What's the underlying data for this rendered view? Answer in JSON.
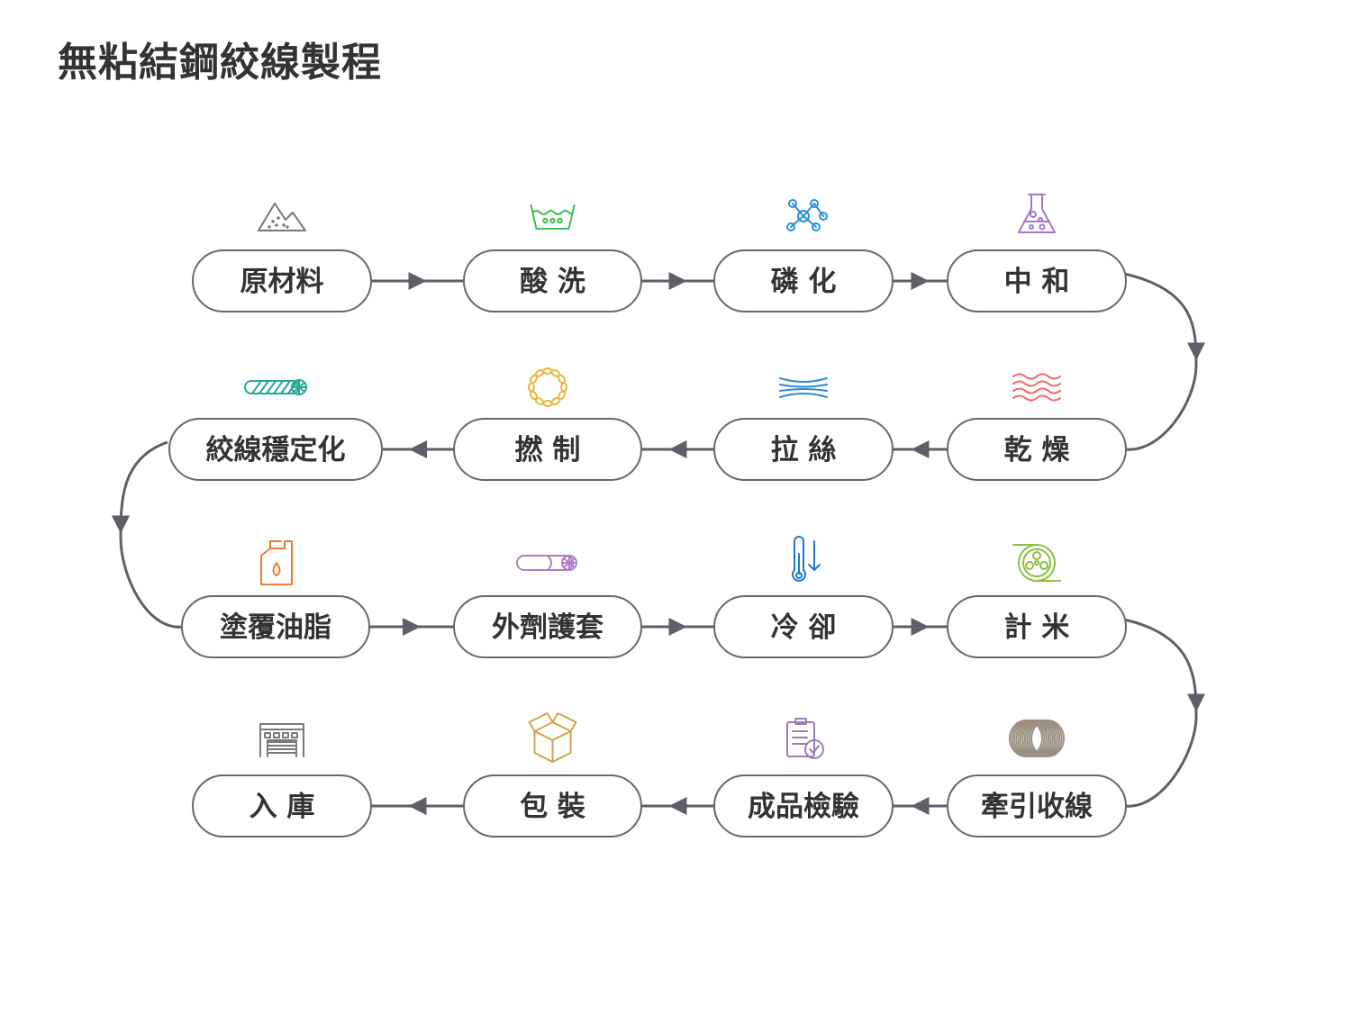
{
  "title": "無粘結鋼絞線製程",
  "colors": {
    "start_fill": "#a8d4f0",
    "end_fill": "#0565a3",
    "connector": "#5d5f69",
    "pill_border": "#66676f"
  },
  "steps": [
    {
      "label": "原材料",
      "icon": "sand-pile-icon",
      "icon_color": "#777777",
      "style": "start"
    },
    {
      "label": "酸 洗",
      "icon": "wash-tub-icon",
      "icon_color": "#3fbf4f"
    },
    {
      "label": "磷 化",
      "icon": "molecule-icon",
      "icon_color": "#2a8fd6"
    },
    {
      "label": "中 和",
      "icon": "flask-icon",
      "icon_color": "#a277c8"
    },
    {
      "label": "乾 燥",
      "icon": "heat-waves-icon",
      "icon_color": "#ef6a6a"
    },
    {
      "label": "拉 絲",
      "icon": "wire-lines-icon",
      "icon_color": "#2e8ad0"
    },
    {
      "label": "撚 制",
      "icon": "chain-ring-icon",
      "icon_color": "#e8b83a"
    },
    {
      "label": "絞線穩定化",
      "icon": "strand-cable-icon",
      "icon_color": "#27a79a"
    },
    {
      "label": "塗覆油脂",
      "icon": "oil-jug-icon",
      "icon_color": "#ef7a2e"
    },
    {
      "label": "外劑護套",
      "icon": "sheathed-cable-icon",
      "icon_color": "#b07cc9"
    },
    {
      "label": "冷 卻",
      "icon": "thermometer-icon",
      "icon_color": "#1f78c8"
    },
    {
      "label": "計 米",
      "icon": "reel-icon",
      "icon_color": "#8cc13f"
    },
    {
      "label": "牽引收線",
      "icon": "wire-coil-icon",
      "icon_color": "#9a8f80"
    },
    {
      "label": "成品檢驗",
      "icon": "checklist-icon",
      "icon_color": "#9c7cb6"
    },
    {
      "label": "包 裝",
      "icon": "box-icon",
      "icon_color": "#d4a349"
    },
    {
      "label": "入 庫",
      "icon": "warehouse-icon",
      "icon_color": "#7a7a7a",
      "style": "end"
    }
  ]
}
